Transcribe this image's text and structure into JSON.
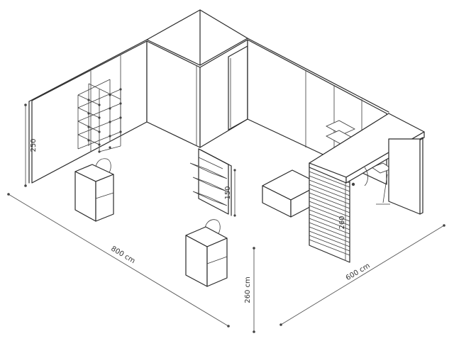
{
  "dimensions": {
    "wall_height": "250",
    "shelf_height": "150",
    "column_height": "260",
    "vertical_height": "260 cm",
    "length": "800 cm",
    "width": "600 cm"
  },
  "colors": {
    "line": "#2a2a2a",
    "background": "#ffffff"
  }
}
